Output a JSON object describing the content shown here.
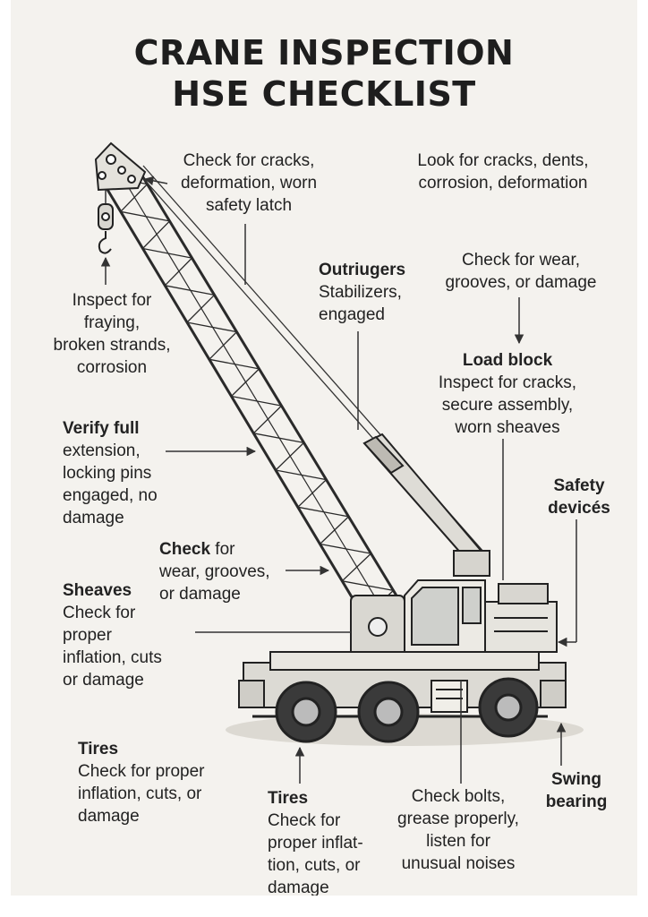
{
  "title": {
    "line1": "CRANE INSPECTION",
    "line2": "HSE CHECKLIST"
  },
  "labels": {
    "hook_top": "Check for cracks,\ndeformation, worn\nsafety latch",
    "boom_top": "Look for cracks, dents,\ncorrosion, deformation",
    "wire_rope": "Inspect for\nfraying,\nbroken strands,\ncorrosion",
    "outriggers_title": "Outriugers",
    "outriggers_text": "Stabilizers,\nengaged",
    "sheaves_top": "Check for wear,\ngrooves, or damage",
    "load_block_title": "Load block",
    "load_block_text": "Inspect for cracks,\nsecure assembly,\nworn sheaves",
    "verify_title": "Verify full",
    "verify_text": "extension,\nlocking pins\nengaged, no\ndamage",
    "safety_title": "Safety\ndevicés",
    "check_title": "Check",
    "check_title_rest": " for",
    "check_text": "wear, grooves,\nor damage",
    "sheaves_title": "Sheaves",
    "sheaves_text": "Check for\nproper\ninflation, cuts\nor damage",
    "tires_left_title": "Tires",
    "tires_left_text": "Check for proper\ninflation, cuts, or\ndamage",
    "tires_mid_title": "Tires",
    "tires_mid_text": "Check for\nproper inflat-\ntion, cuts, or\ndamage",
    "bolts_text": "Check bolts,\ngrease properly,\nlisten for\nunusual noises",
    "swing_title": "Swing\nbearing"
  },
  "colors": {
    "background": "#f4f2ee",
    "ink": "#222222",
    "sketch_fill": "#e4e2dc"
  }
}
